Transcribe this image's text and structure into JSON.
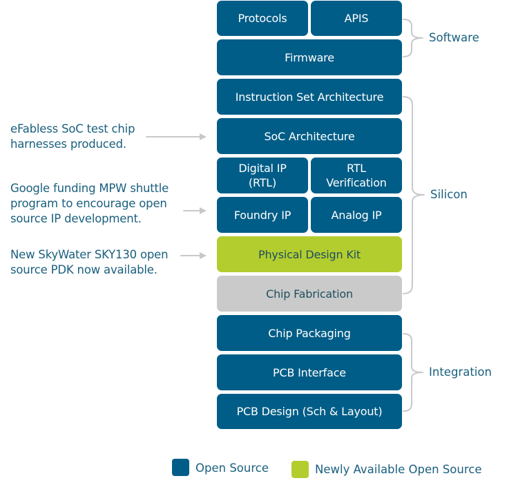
{
  "colors": {
    "open_source": "#005d87",
    "newly_available": "#b3cd2f",
    "not_open": "#cacaca",
    "label_text": "#1a5f7e",
    "connector": "#c8c8c8"
  },
  "stack": {
    "protocols": "Protocols",
    "apis": "APIS",
    "firmware": "Firmware",
    "isa": "Instruction Set Architecture",
    "soc_architecture": "SoC Architecture",
    "digital_ip": "Digital IP\n(RTL)",
    "rtl_verification": "RTL\nVerification",
    "foundry_ip": "Foundry IP",
    "analog_ip": "Analog IP",
    "pdk": "Physical Design Kit",
    "chip_fabrication": "Chip Fabrication",
    "chip_packaging": "Chip Packaging",
    "pcb_interface": "PCB Interface",
    "pcb_design": "PCB Design (Sch & Layout)"
  },
  "groups": {
    "software": "Software",
    "silicon": "Silicon",
    "integration": "Integration"
  },
  "notes": {
    "efabless": "eFabless SoC test chip\nharnesses produced.",
    "google": "Google funding MPW shuttle\nprogram to encourage open\nsource IP development.",
    "skywater": "New SkyWater SKY130 open\nsource PDK now available."
  },
  "legend": {
    "open_source": "Open Source",
    "newly_available": "Newly Available Open Source"
  }
}
